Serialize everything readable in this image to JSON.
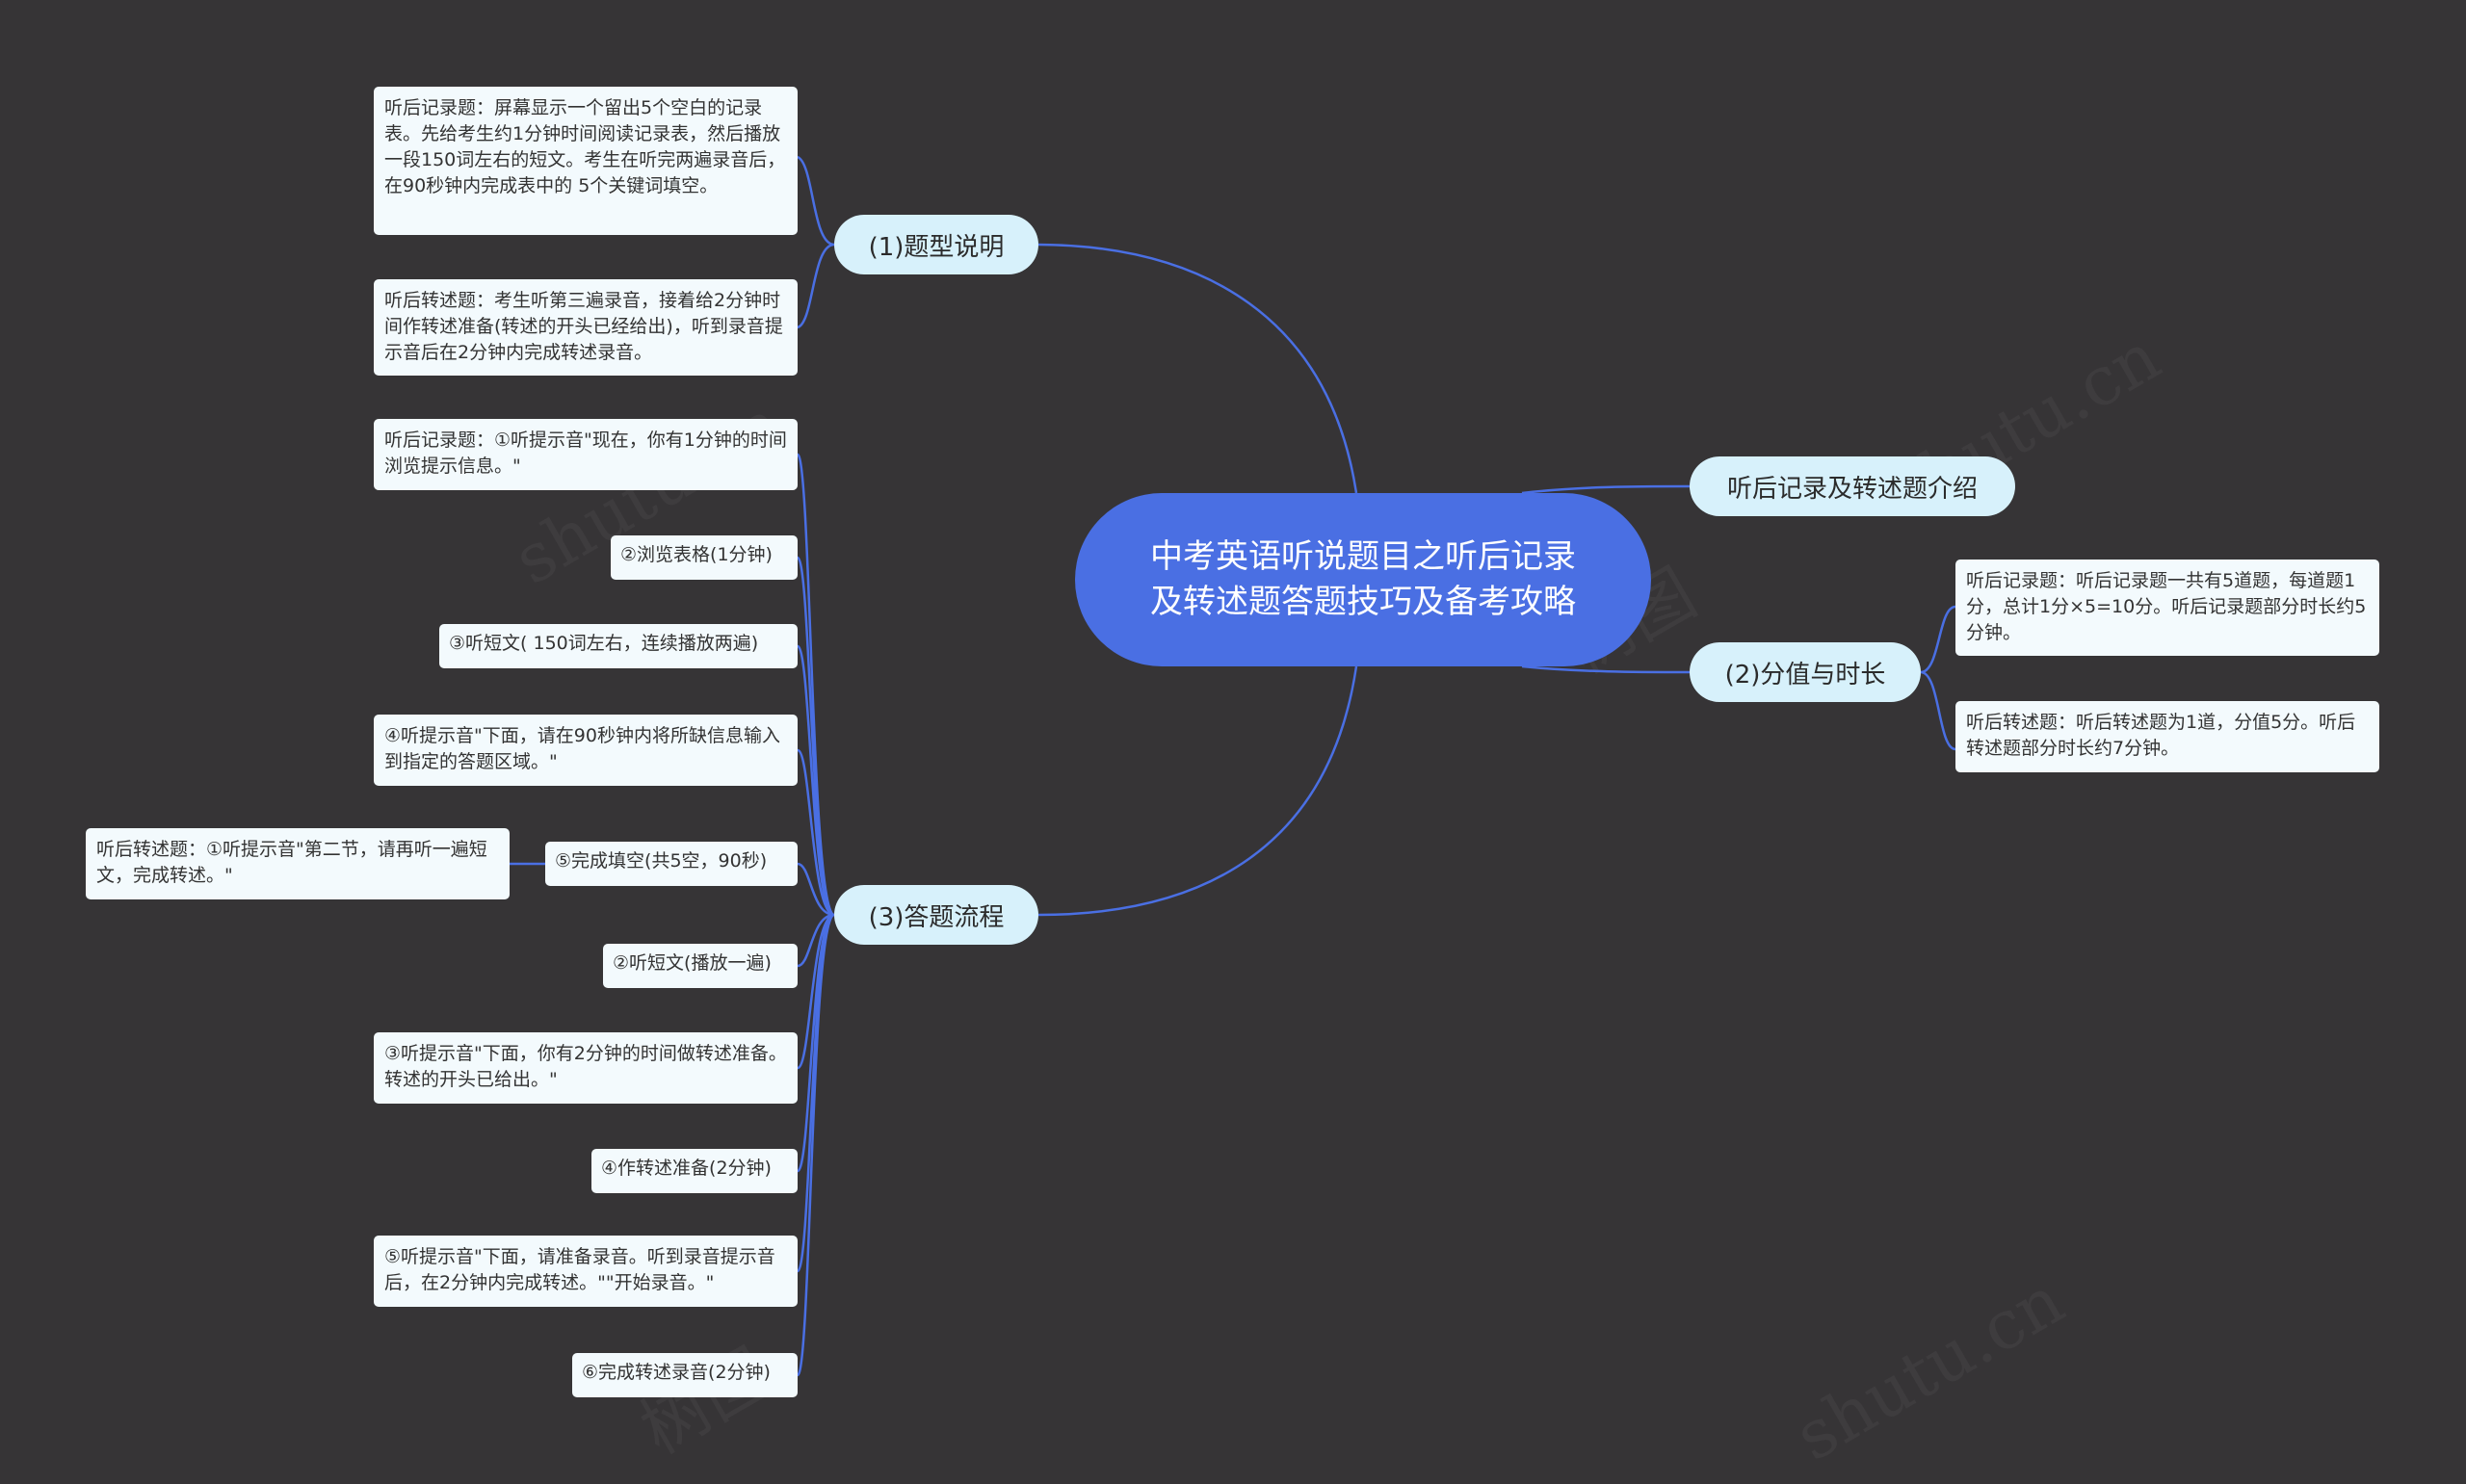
{
  "root": {
    "title": "中考英语听说题目之听后记录及转述题答题技巧及备考攻略"
  },
  "branches": {
    "intro": "听后记录及转述题介绍",
    "type_desc": "(1)题型说明",
    "score": "(2)分值与时长",
    "process": "(3)答题流程"
  },
  "type_desc_items": [
    "听后记录题：屏幕显示一个留出5个空白的记录表。先给考生约1分钟时间阅读记录表，然后播放一段150词左右的短文。考生在听完两遍录音后，在90秒钟内完成表中的 5个关键词填空。",
    "听后转述题：考生听第三遍录音，接着给2分钟时间作转述准备(转述的开头已经给出)，听到录音提示音后在2分钟内完成转述录音。"
  ],
  "score_items": [
    "听后记录题：听后记录题一共有5道题，每道题1分，总计1分×5=10分。听后记录题部分时长约5分钟。",
    "听后转述题：听后转述题为1道，分值5分。听后转述题部分时长约7分钟。"
  ],
  "process_items": [
    "听后记录题：①听提示音\"现在，你有1分钟的时间浏览提示信息。\"",
    "②浏览表格(1分钟)",
    "③听短文( 150词左右，连续播放两遍)",
    "④听提示音\"下面，请在90秒钟内将所缺信息输入到指定的答题区域。\"",
    "⑤完成填空(共5空，90秒)",
    "②听短文(播放一遍)",
    "③听提示音\"下面，你有2分钟的时间做转述准备。转述的开头已给出。\"",
    "④作转述准备(2分钟)",
    "⑤听提示音\"下面，请准备录音。听到录音提示音后，在2分钟内完成转述。\"\"开始录音。\"",
    "⑥完成转述录音(2分钟)"
  ],
  "process_sub_item": "听后转述题：①听提示音\"第二节，请再听一遍短文，完成转述。\"",
  "watermarks": [
    "shutu.cn",
    "树图",
    "shutu.cn",
    "树图",
    "shutu.cn"
  ],
  "colors": {
    "background": "#363436",
    "root": "#4a6fe3",
    "branch": "#d7f1fb",
    "leaf": "#f3fafd",
    "connector": "#4a6fe3"
  }
}
